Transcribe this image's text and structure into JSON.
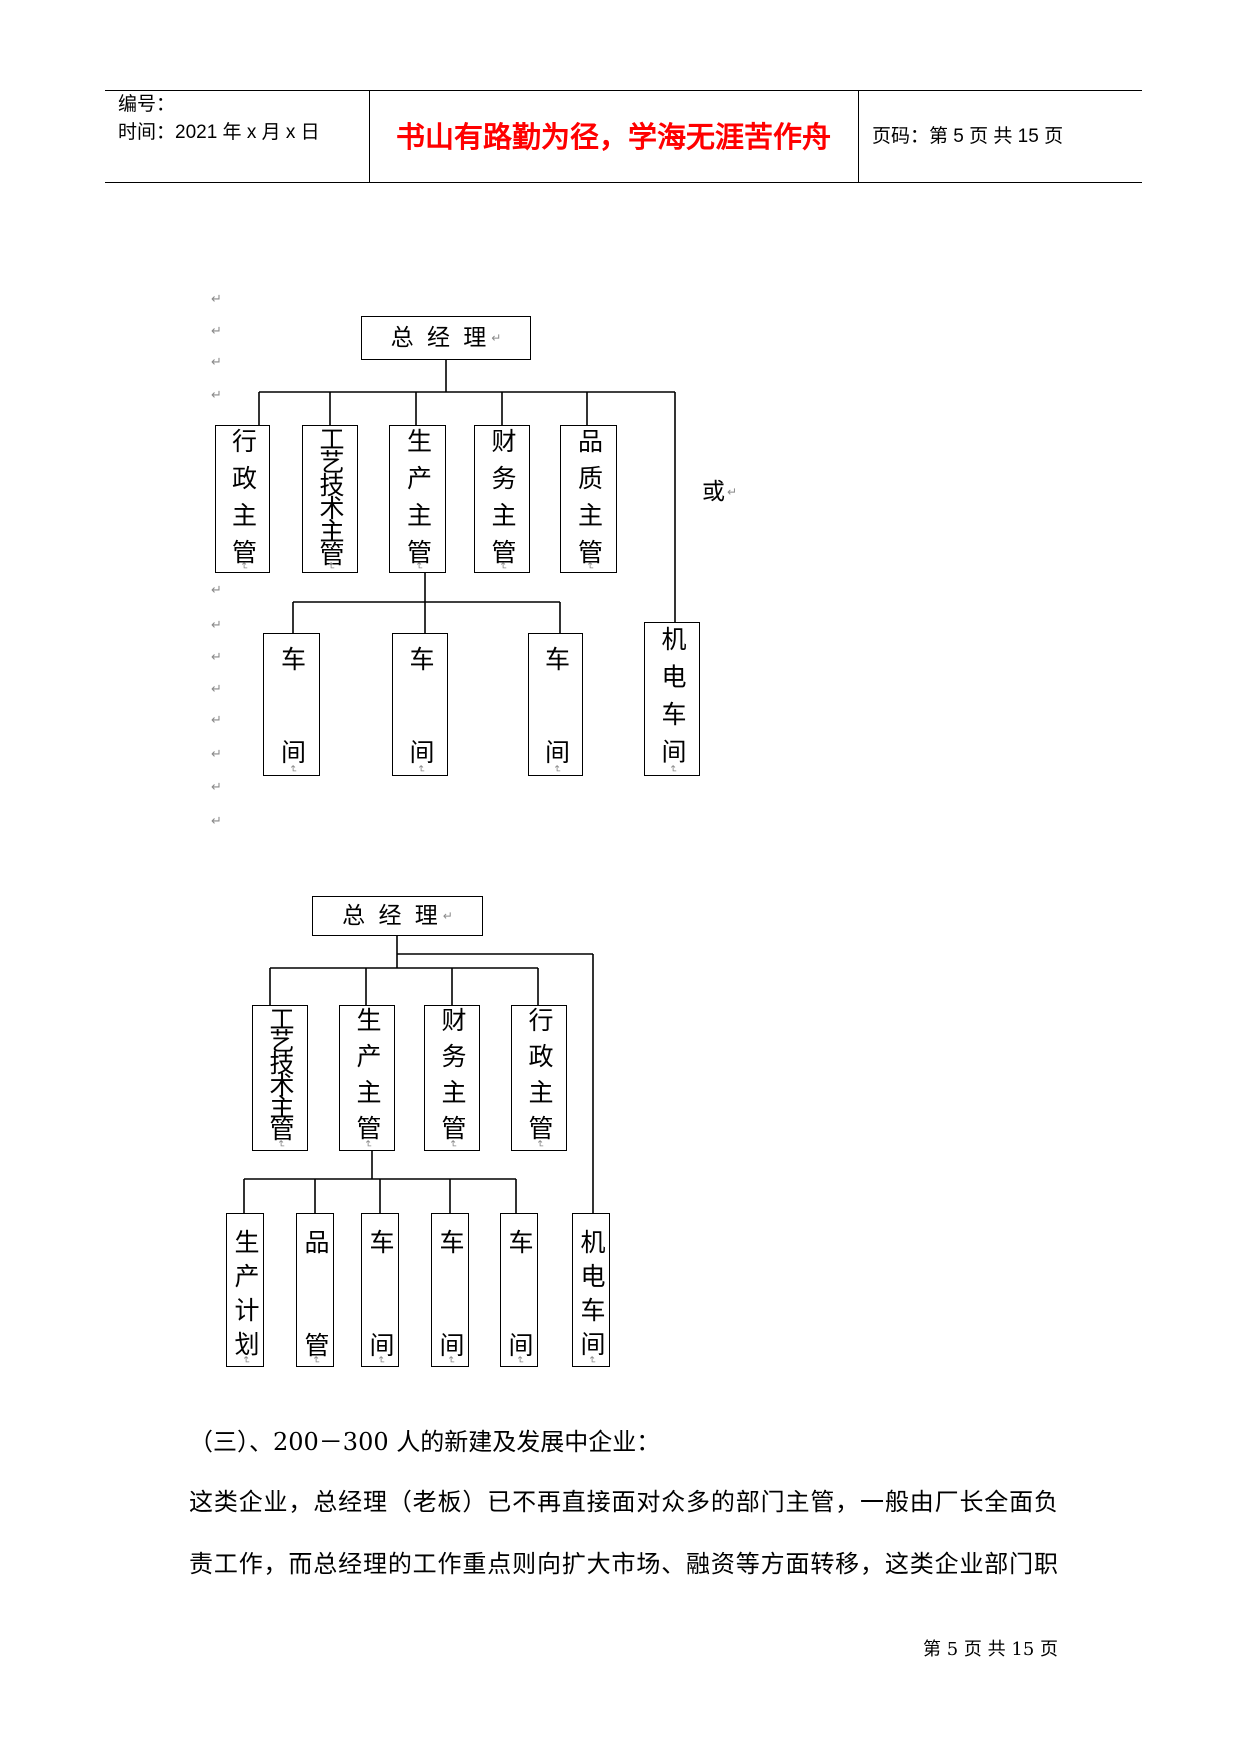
{
  "header": {
    "number_label": "编号：",
    "date_label": "时间：2021 年 x 月 x 日",
    "motto": "书山有路勤为径，学海无涯苦作舟",
    "motto_color": "#ff0000",
    "page_label": "页码：第 5 页 共 15 页"
  },
  "marks": {
    "paragraph": "↵"
  },
  "chart1": {
    "top": "总 经 理",
    "row1": [
      "行政主管",
      "工艺技术主管",
      "生产主管",
      "财务主管",
      "品质主管"
    ],
    "alt_label": "或",
    "row2": [
      "车间",
      "车间",
      "车间"
    ],
    "side": "机电车间"
  },
  "chart2": {
    "top": "总 经 理",
    "row1": [
      "工艺技术主管",
      "生产主管",
      "财务主管",
      "行政主管"
    ],
    "row2": [
      "生产计划",
      "品管",
      "车间",
      "车间",
      "车间"
    ],
    "side": "机电车间"
  },
  "section": {
    "heading": "（三）、200－300 人的新建及发展中企业：",
    "paragraph_lines": [
      "这类企业，总经理（老板）已不再直接面对众多的部门主管，一般由厂长全面负",
      "责工作，而总经理的工作重点则向扩大市场、融资等方面转移，这类企业部门职"
    ]
  },
  "footer": {
    "page_label": "第 5 页 共 15 页"
  }
}
